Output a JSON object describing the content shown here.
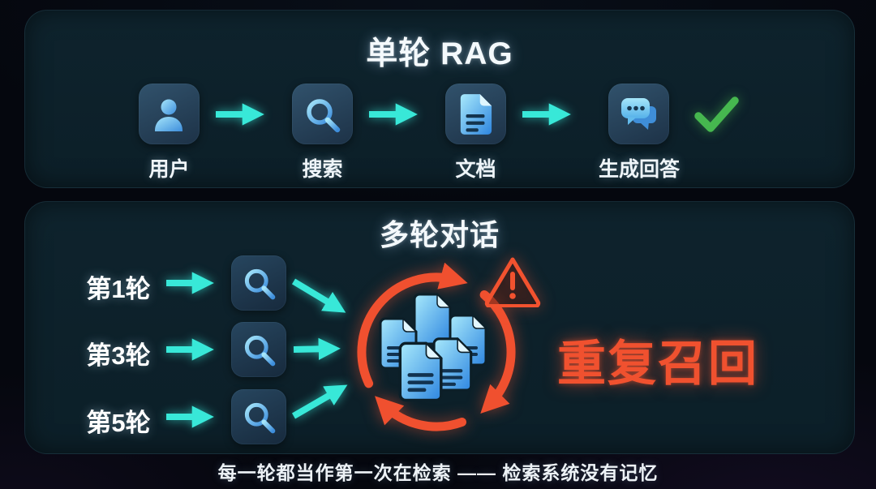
{
  "colors": {
    "page_bg": "#05070e",
    "panel_bg": "#0c1f28",
    "icon_tile_bg": "#2a4a62",
    "accent_cyan": "#38e8d8",
    "alert_red": "#f0502f",
    "check_green": "#46b74f",
    "doc_blue_light": "#a8e9fb",
    "doc_blue_dark": "#2e86e0",
    "text_white": "#f2f7fa"
  },
  "single_turn": {
    "title": "单轮 RAG",
    "steps": [
      {
        "label": "用户",
        "icon": "user-icon"
      },
      {
        "label": "搜索",
        "icon": "search-icon"
      },
      {
        "label": "文档",
        "icon": "document-icon"
      },
      {
        "label": "生成回答",
        "icon": "chat-bubbles-icon"
      }
    ],
    "success_icon": "check-icon"
  },
  "multi_turn": {
    "title": "多轮对话",
    "rounds": [
      {
        "label": "第1轮",
        "icon": "search-icon"
      },
      {
        "label": "第3轮",
        "icon": "search-icon"
      },
      {
        "label": "第5轮",
        "icon": "search-icon"
      }
    ],
    "center": {
      "cycle_icon": "cycle-arrows-icon",
      "stack_icon": "document-stack-icon",
      "warning_icon": "warning-triangle-icon"
    },
    "alert_label": "重复召回"
  },
  "footer": {
    "caption": "每一轮都当作第一次在检索 —— 检索系统没有记忆"
  }
}
